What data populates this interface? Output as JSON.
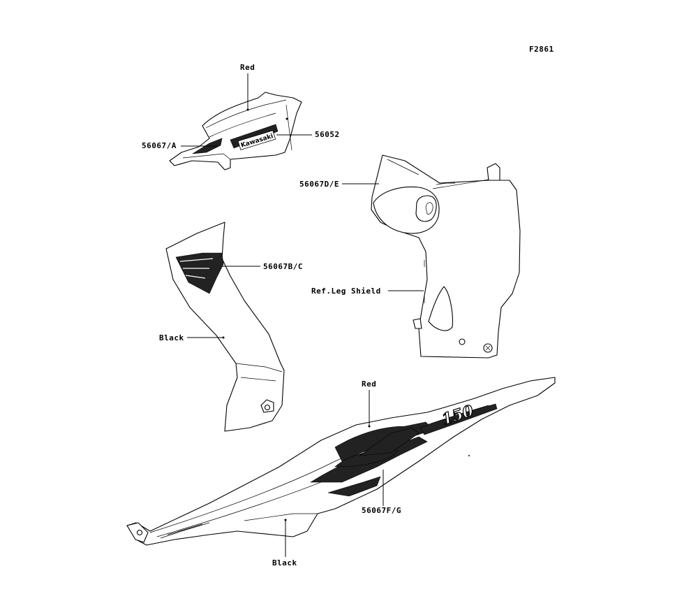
{
  "figure_code": "F2861",
  "labels": {
    "red_top": "Red",
    "part_56067a": "56067/A",
    "part_56052": "56052",
    "part_56067de": "56067D/E",
    "part_56067bc": "56067B/C",
    "ref_leg_shield": "Ref.Leg Shield",
    "black_left": "Black",
    "red_bottom": "Red",
    "part_56067fg": "56067F/G",
    "black_bottom": "Black"
  },
  "emblem_text": "Kawasaki",
  "model_text": "150"
}
